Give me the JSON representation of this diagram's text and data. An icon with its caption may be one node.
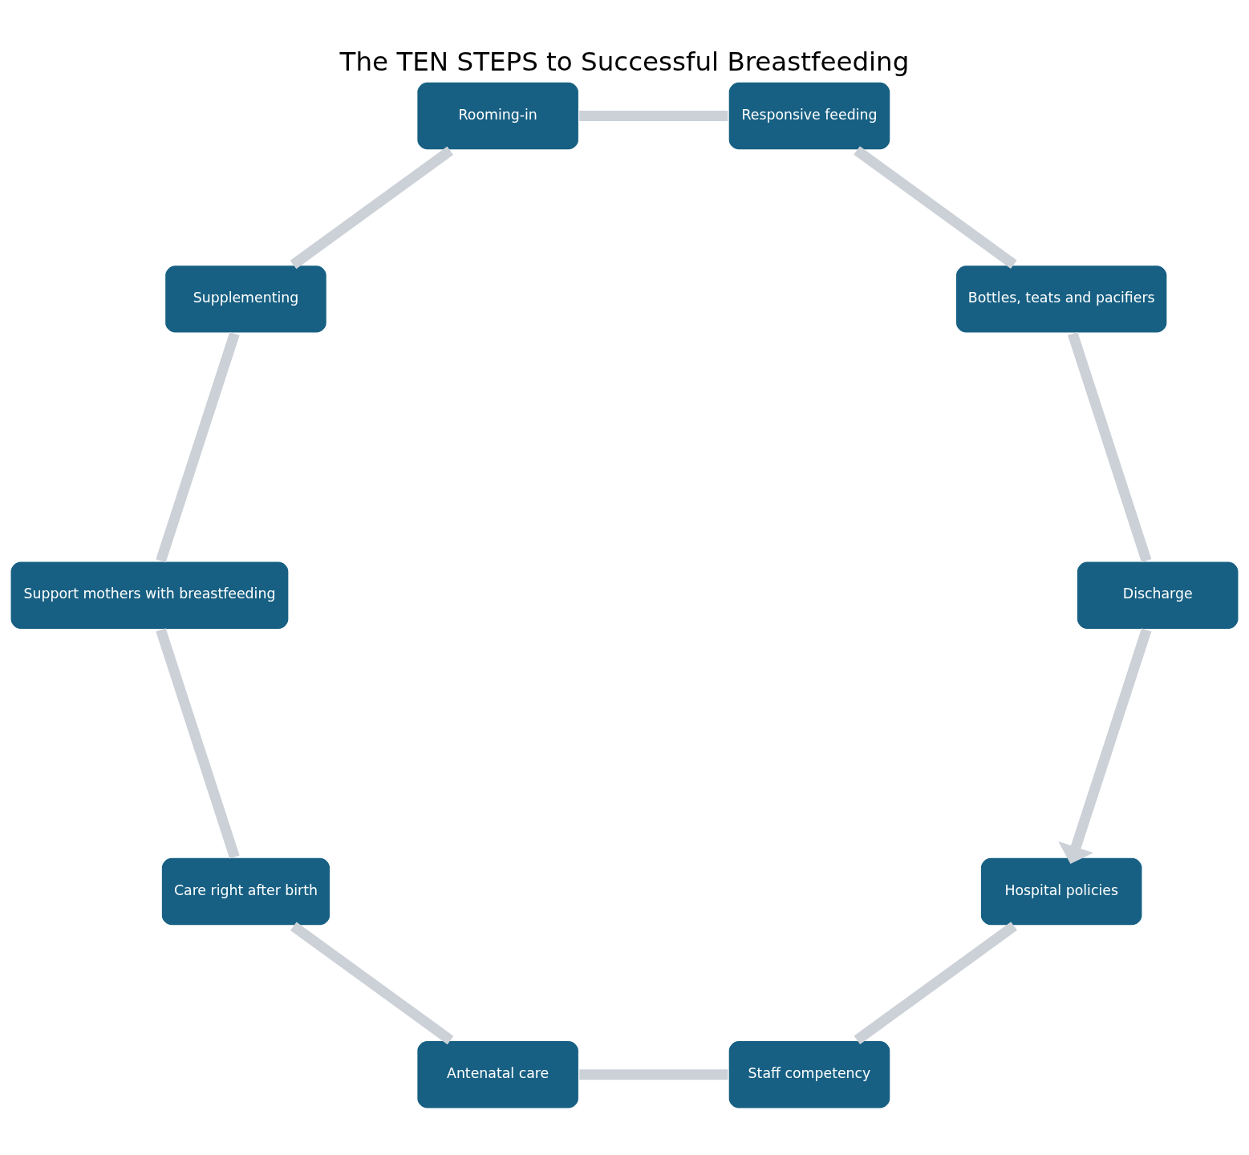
{
  "diagram": {
    "title": "The TEN STEPS to Successful Breastfeeding",
    "nodes": [
      {
        "text": [
          "Hospital policies"
        ]
      },
      {
        "text": [
          "Staff competency"
        ]
      },
      {
        "text": [
          "Antenatal care"
        ]
      },
      {
        "text": [
          "Care right after birth"
        ]
      },
      {
        "text": [
          "Support mothers with breastfeeding"
        ]
      },
      {
        "text": [
          "Supplementing"
        ]
      },
      {
        "text": [
          "Rooming-in"
        ]
      },
      {
        "text": [
          "Responsive feeding"
        ]
      },
      {
        "text": [
          "Bottles, teats and pacifiers"
        ]
      },
      {
        "text": [
          "Discharge"
        ]
      }
    ],
    "edges": [
      {
        "from": 0,
        "to": 1,
        "arrow": "none"
      },
      {
        "from": 1,
        "to": 2,
        "arrow": "none"
      },
      {
        "from": 2,
        "to": 3,
        "arrow": "none"
      },
      {
        "from": 3,
        "to": 4,
        "arrow": "none"
      },
      {
        "from": 4,
        "to": 5,
        "arrow": "none"
      },
      {
        "from": 5,
        "to": 6,
        "arrow": "none"
      },
      {
        "from": 6,
        "to": 7,
        "arrow": "none"
      },
      {
        "from": 7,
        "to": 8,
        "arrow": "none"
      },
      {
        "from": 8,
        "to": 9,
        "arrow": "none"
      },
      {
        "from": 9,
        "to": 0,
        "arrow": "to"
      }
    ]
  }
}
